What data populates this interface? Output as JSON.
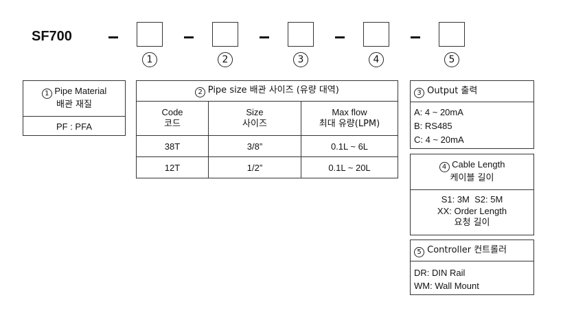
{
  "model": "SF700",
  "separator": "-",
  "position_markers": [
    "1",
    "2",
    "3",
    "4",
    "5"
  ],
  "pipe_material": {
    "marker": "1",
    "title_en": "Pipe Material",
    "title_ko": "배관 재질",
    "rows": [
      "PF : PFA"
    ]
  },
  "pipe_size": {
    "marker": "2",
    "title": "Pipe size 배관 사이즈 (유량 대역)",
    "columns": [
      {
        "en": "Code",
        "ko": "코드"
      },
      {
        "en": "Size",
        "ko": "사이즈"
      },
      {
        "en": "Max flow",
        "ko": "최대 유량(LPM)"
      }
    ],
    "rows": [
      [
        "38T",
        "3/8”",
        "0.1L ~ 6L"
      ],
      [
        "12T",
        "1/2”",
        "0.1L ~ 20L"
      ]
    ]
  },
  "output": {
    "marker": "3",
    "title": "Output 출력",
    "rows": [
      "A: 4 ~ 20mA",
      "B: RS485",
      "C: 4 ~ 20mA"
    ]
  },
  "cable_length": {
    "marker": "4",
    "title_en": "Cable Length",
    "title_ko": "케이블 길이",
    "rows": [
      "S1: 3M  S2: 5M",
      "XX: Order Length",
      "요청 길이"
    ]
  },
  "controller": {
    "marker": "5",
    "title": "Controller 컨트롤러",
    "rows": [
      "DR: DIN Rail",
      "WM: Wall Mount"
    ]
  }
}
